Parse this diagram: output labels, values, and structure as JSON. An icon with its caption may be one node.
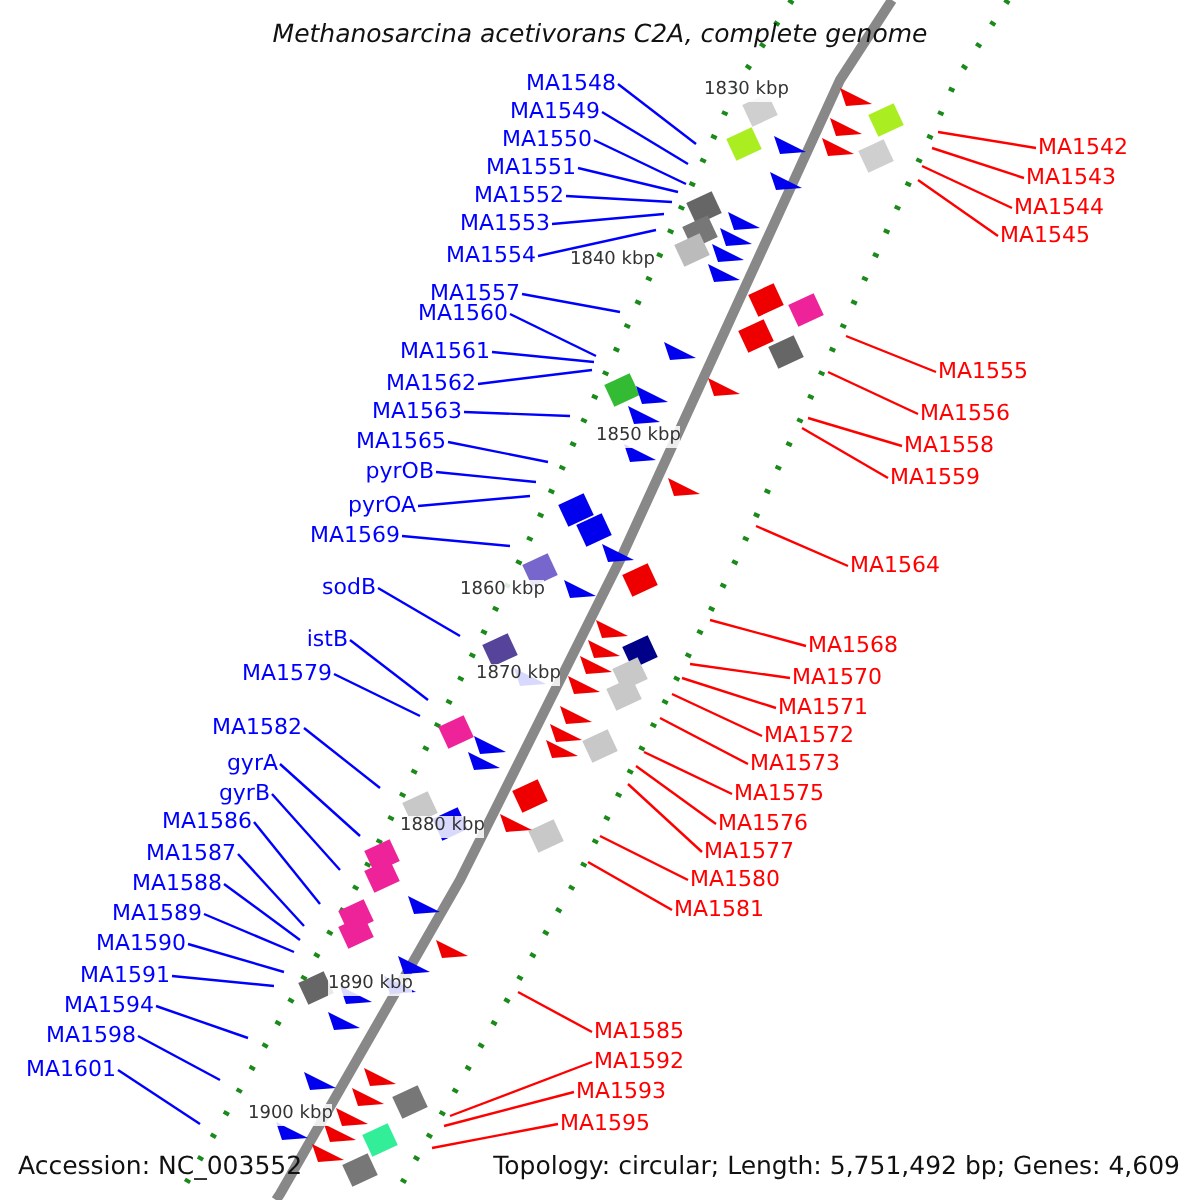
{
  "diagram": {
    "title": "Methanosarcina acetivorans C2A, complete genome",
    "nodes": [
      {
        "text": [
          "MA1548"
        ]
      },
      {
        "text": [
          "MA1549"
        ]
      },
      {
        "text": [
          "MA1550"
        ]
      },
      {
        "text": [
          "MA1551"
        ]
      },
      {
        "text": [
          "MA1552"
        ]
      },
      {
        "text": [
          "MA1553"
        ]
      },
      {
        "text": [
          "MA1554"
        ]
      },
      {
        "text": [
          "MA1557"
        ]
      },
      {
        "text": [
          "MA1560"
        ]
      },
      {
        "text": [
          "MA1561"
        ]
      },
      {
        "text": [
          "MA1562"
        ]
      },
      {
        "text": [
          "MA1563"
        ]
      },
      {
        "text": [
          "MA1565"
        ]
      },
      {
        "text": [
          "pyrOB"
        ]
      },
      {
        "text": [
          "pyrOA"
        ]
      },
      {
        "text": [
          "MA1569"
        ]
      },
      {
        "text": [
          "sodB"
        ]
      },
      {
        "text": [
          "istB"
        ]
      },
      {
        "text": [
          "MA1579"
        ]
      },
      {
        "text": [
          "MA1582"
        ]
      },
      {
        "text": [
          "gyrA"
        ]
      },
      {
        "text": [
          "gyrB"
        ]
      },
      {
        "text": [
          "MA1586"
        ]
      },
      {
        "text": [
          "MA1587"
        ]
      },
      {
        "text": [
          "MA1588"
        ]
      },
      {
        "text": [
          "MA1589"
        ]
      },
      {
        "text": [
          "MA1590"
        ]
      },
      {
        "text": [
          "MA1591"
        ]
      },
      {
        "text": [
          "MA1594"
        ]
      },
      {
        "text": [
          "MA1598"
        ]
      },
      {
        "text": [
          "MA1601"
        ]
      },
      {
        "text": [
          "MA1542"
        ]
      },
      {
        "text": [
          "MA1543"
        ]
      },
      {
        "text": [
          "MA1544"
        ]
      },
      {
        "text": [
          "MA1545"
        ]
      },
      {
        "text": [
          "MA1555"
        ]
      },
      {
        "text": [
          "MA1556"
        ]
      },
      {
        "text": [
          "MA1558"
        ]
      },
      {
        "text": [
          "MA1559"
        ]
      },
      {
        "text": [
          "MA1564"
        ]
      },
      {
        "text": [
          "MA1568"
        ]
      },
      {
        "text": [
          "MA1570"
        ]
      },
      {
        "text": [
          "MA1571"
        ]
      },
      {
        "text": [
          "MA1572"
        ]
      },
      {
        "text": [
          "MA1573"
        ]
      },
      {
        "text": [
          "MA1575"
        ]
      },
      {
        "text": [
          "MA1576"
        ]
      },
      {
        "text": [
          "MA1577"
        ]
      },
      {
        "text": [
          "MA1580"
        ]
      },
      {
        "text": [
          "MA1581"
        ]
      },
      {
        "text": [
          "MA1585"
        ]
      },
      {
        "text": [
          "MA1592"
        ]
      },
      {
        "text": [
          "MA1593"
        ]
      },
      {
        "text": [
          "MA1595"
        ]
      }
    ],
    "edges": [
      {
        "from": 0,
        "to": null,
        "arrow": "none"
      },
      {
        "from": 1,
        "to": null,
        "arrow": "none"
      },
      {
        "from": 2,
        "to": null,
        "arrow": "none"
      },
      {
        "from": 3,
        "to": null,
        "arrow": "none"
      },
      {
        "from": 4,
        "to": null,
        "arrow": "none"
      },
      {
        "from": 5,
        "to": null,
        "arrow": "none"
      },
      {
        "from": 6,
        "to": null,
        "arrow": "none"
      },
      {
        "from": 7,
        "to": null,
        "arrow": "none"
      },
      {
        "from": 8,
        "to": null,
        "arrow": "none"
      },
      {
        "from": 9,
        "to": null,
        "arrow": "none"
      },
      {
        "from": 10,
        "to": null,
        "arrow": "none"
      },
      {
        "from": 11,
        "to": null,
        "arrow": "none"
      },
      {
        "from": 12,
        "to": null,
        "arrow": "none"
      },
      {
        "from": 13,
        "to": null,
        "arrow": "none"
      },
      {
        "from": 14,
        "to": null,
        "arrow": "none"
      },
      {
        "from": 15,
        "to": null,
        "arrow": "none"
      },
      {
        "from": 16,
        "to": null,
        "arrow": "none"
      },
      {
        "from": 17,
        "to": null,
        "arrow": "none"
      },
      {
        "from": 18,
        "to": null,
        "arrow": "none"
      },
      {
        "from": 19,
        "to": null,
        "arrow": "none"
      },
      {
        "from": 20,
        "to": null,
        "arrow": "none"
      },
      {
        "from": 21,
        "to": null,
        "arrow": "none"
      },
      {
        "from": 22,
        "to": null,
        "arrow": "none"
      },
      {
        "from": 23,
        "to": null,
        "arrow": "none"
      },
      {
        "from": 24,
        "to": null,
        "arrow": "none"
      },
      {
        "from": 25,
        "to": null,
        "arrow": "none"
      },
      {
        "from": 26,
        "to": null,
        "arrow": "none"
      },
      {
        "from": 27,
        "to": null,
        "arrow": "none"
      },
      {
        "from": 28,
        "to": null,
        "arrow": "none"
      },
      {
        "from": 29,
        "to": null,
        "arrow": "none"
      },
      {
        "from": 30,
        "to": null,
        "arrow": "none"
      },
      {
        "from": 31,
        "to": null,
        "arrow": "none",
        "color": "#ff0000"
      },
      {
        "from": 32,
        "to": null,
        "arrow": "none",
        "color": "#ff0000"
      },
      {
        "from": 33,
        "to": null,
        "arrow": "none",
        "color": "#ff0000"
      },
      {
        "from": 34,
        "to": null,
        "arrow": "none",
        "color": "#ff0000"
      },
      {
        "from": 35,
        "to": null,
        "arrow": "none",
        "color": "#ff0000"
      },
      {
        "from": 36,
        "to": null,
        "arrow": "none",
        "color": "#ff0000"
      },
      {
        "from": 37,
        "to": null,
        "arrow": "none",
        "color": "#ff0000"
      },
      {
        "from": 38,
        "to": null,
        "arrow": "none",
        "color": "#ff0000"
      },
      {
        "from": 39,
        "to": null,
        "arrow": "none",
        "color": "#ff0000"
      },
      {
        "from": 40,
        "to": null,
        "arrow": "none",
        "color": "#ff0000"
      },
      {
        "from": 41,
        "to": null,
        "arrow": "none",
        "color": "#ff0000"
      },
      {
        "from": 42,
        "to": null,
        "arrow": "none",
        "color": "#ff0000"
      },
      {
        "from": 43,
        "to": null,
        "arrow": "none",
        "color": "#ff0000"
      },
      {
        "from": 44,
        "to": null,
        "arrow": "none",
        "color": "#ff0000"
      },
      {
        "from": 45,
        "to": null,
        "arrow": "none",
        "color": "#ff0000"
      },
      {
        "from": 46,
        "to": null,
        "arrow": "none",
        "color": "#ff0000"
      },
      {
        "from": 47,
        "to": null,
        "arrow": "none",
        "color": "#ff0000"
      },
      {
        "from": 48,
        "to": null,
        "arrow": "none",
        "color": "#ff0000"
      },
      {
        "from": 49,
        "to": null,
        "arrow": "none",
        "color": "#ff0000"
      },
      {
        "from": 50,
        "to": null,
        "arrow": "none",
        "color": "#ff0000"
      },
      {
        "from": 51,
        "to": null,
        "arrow": "none",
        "color": "#ff0000"
      },
      {
        "from": 52,
        "to": null,
        "arrow": "none",
        "color": "#ff0000"
      },
      {
        "from": 53,
        "to": null,
        "arrow": "none",
        "color": "#ff0000"
      }
    ],
    "labels": [
      "1830 kbp",
      "1840 kbp",
      "1850 kbp",
      "1860 kbp",
      "1870 kbp",
      "1880 kbp",
      "1890 kbp",
      "1900 kbp",
      "Accession: NC_003552",
      "Topology: circular; Length: 5,751,492 bp; Genes: 4,609"
    ]
  }
}
